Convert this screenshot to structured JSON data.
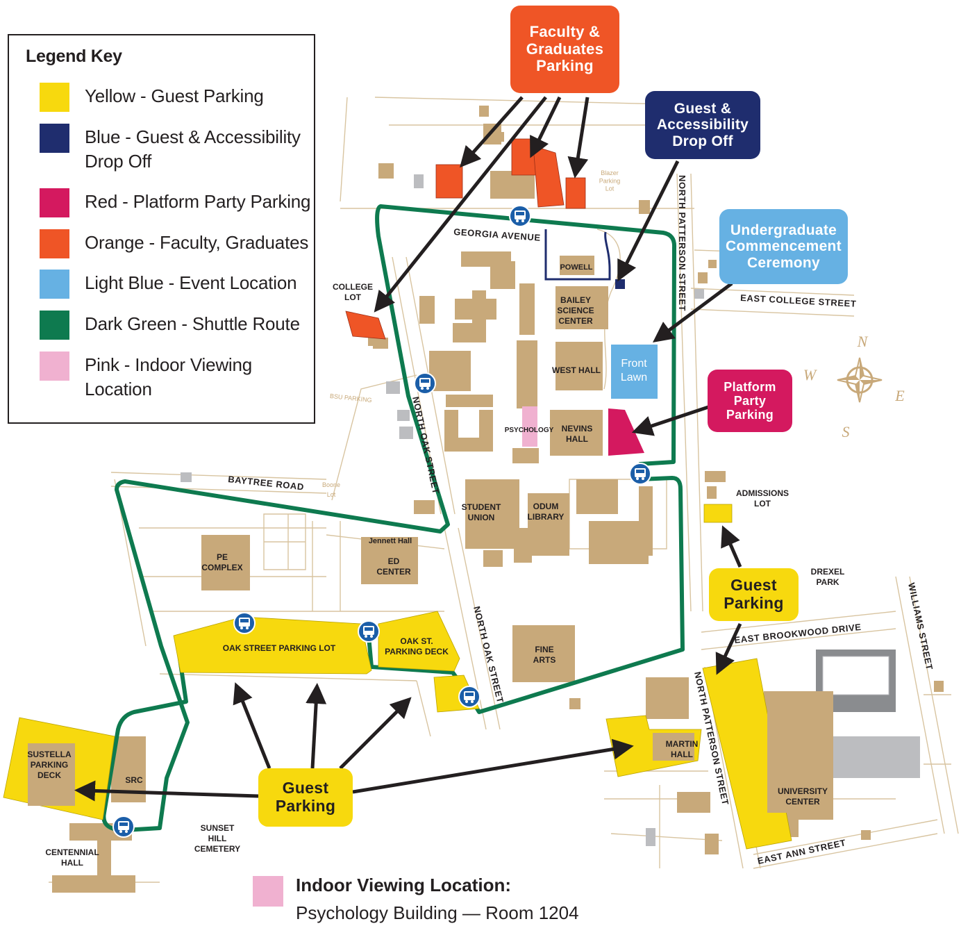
{
  "legend": {
    "title": "Legend Key",
    "items": [
      {
        "label": "Yellow - Guest Parking",
        "color": "#f7d90e"
      },
      {
        "label": "Blue - Guest & Accessibility Drop Off",
        "color": "#1f2d6e"
      },
      {
        "label": "Red - Platform Party Parking",
        "color": "#d4195f"
      },
      {
        "label": "Orange - Faculty, Graduates",
        "color": "#ef5526"
      },
      {
        "label": "Light Blue - Event Location",
        "color": "#66b1e3"
      },
      {
        "label": "Dark Green - Shuttle Route",
        "color": "#0e7a4f"
      },
      {
        "label": "Pink - Indoor Viewing Location",
        "color": "#f0b1d0"
      }
    ]
  },
  "callouts": {
    "faculty": "Faculty &\nGraduates\nParking",
    "dropoff": "Guest &\nAccessibility\nDrop Off",
    "ceremony": "Undergraduate\nCommencement\nCeremony",
    "platform": "Platform\nParty\nParking",
    "guest_right": "Guest\nParking",
    "guest_bottom": "Guest\nParking"
  },
  "streets": {
    "georgia": "GEORGIA AVENUE",
    "north_patterson_top": "NORTH PATTERSON STREET",
    "east_college": "EAST COLLEGE STREET",
    "north_oak_upper": "NORTH OAK STREET",
    "north_oak_lower": "NORTH OAK STREET",
    "baytree": "BAYTREE ROAD",
    "east_brookwood": "EAST BROOKWOOD DRIVE",
    "williams": "WILLIAMS STREET",
    "north_patterson_bottom": "NORTH PATTERSON STREET",
    "east_ann": "EAST ANN STREET"
  },
  "buildings": {
    "powell": "POWELL",
    "bailey": "BAILEY\nSCIENCE\nCENTER",
    "west_hall": "WEST HALL",
    "front_lawn": "Front\nLawn",
    "psychology": "PSYCHOLOGY",
    "nevins": "NEVINS\nHALL",
    "student_union": "STUDENT\nUNION",
    "odum": "ODUM\nLIBRARY",
    "college_lot": "COLLEGE\nLOT",
    "admissions_lot": "ADMISSIONS\nLOT",
    "drexel": "DREXEL\nPARK",
    "pe_complex": "PE\nCOMPLEX",
    "jennett": "Jennett Hall",
    "ed_center": "ED\nCENTER",
    "oak_lot": "OAK STREET PARKING LOT",
    "oak_deck": "OAK ST.\nPARKING DECK",
    "fine_arts": "FINE\nARTS",
    "martin": "MARTIN\nHALL",
    "university_center": "UNIVERSITY\nCENTER",
    "sustella": "SUSTELLA\nPARKING\nDECK",
    "src": "SRC",
    "centennial": "CENTENNIAL\nHALL",
    "sunset": "SUNSET\nHILL\nCEMETERY",
    "blazer_lot": "Blazer\nParking\nLot",
    "bsu_parking": "BSU PARKING",
    "boone_lot": "Boone\nLot"
  },
  "compass": {
    "n": "N",
    "s": "S",
    "e": "E",
    "w": "W"
  },
  "indoor": {
    "title": "Indoor Viewing Location:",
    "detail": "Psychology Building — Room 1204"
  },
  "colors": {
    "building": "#c8a97a",
    "shuttle": "#0e7a4f",
    "guest": "#f7d90e",
    "orange": "#ef5526",
    "navy": "#1f2d6e",
    "red": "#d4195f",
    "lightblue": "#66b1e3",
    "pink": "#f0b1d0",
    "street_line": "#d8c4a0",
    "bus_icon": "#1b5ea8"
  }
}
